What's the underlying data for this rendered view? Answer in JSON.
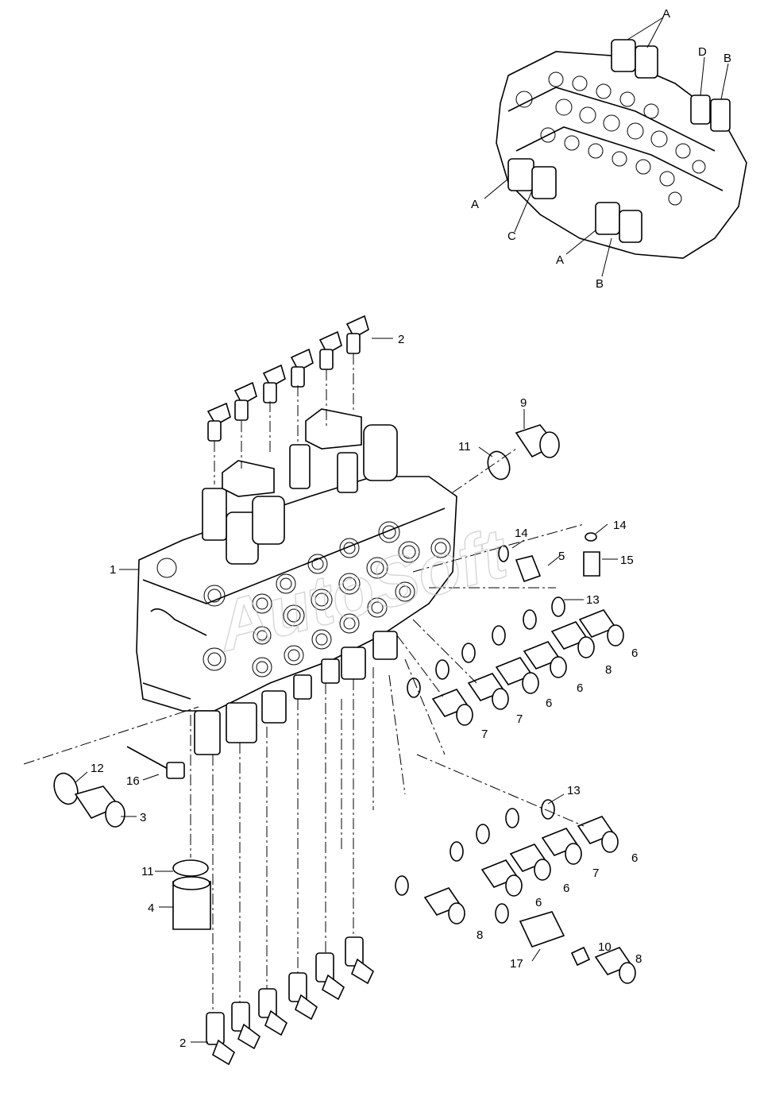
{
  "watermark": "AutoSoft",
  "detail_callouts": [
    {
      "id": "inset-a-top",
      "text": "A"
    },
    {
      "id": "inset-d",
      "text": "D"
    },
    {
      "id": "inset-b-top",
      "text": "B"
    },
    {
      "id": "inset-a-left",
      "text": "A"
    },
    {
      "id": "inset-c",
      "text": "C"
    },
    {
      "id": "inset-a-bottom",
      "text": "A"
    },
    {
      "id": "inset-b-bottom",
      "text": "B"
    }
  ],
  "part_callouts": [
    {
      "id": "p1",
      "text": "1"
    },
    {
      "id": "p2-top",
      "text": "2"
    },
    {
      "id": "p2-bottom",
      "text": "2"
    },
    {
      "id": "p3",
      "text": "3"
    },
    {
      "id": "p4",
      "text": "4"
    },
    {
      "id": "p5",
      "text": "5"
    },
    {
      "id": "p6-a",
      "text": "6"
    },
    {
      "id": "p6-b",
      "text": "6"
    },
    {
      "id": "p6-c",
      "text": "6"
    },
    {
      "id": "p6-d",
      "text": "6"
    },
    {
      "id": "p6-e",
      "text": "6"
    },
    {
      "id": "p6-f",
      "text": "6"
    },
    {
      "id": "p7-a",
      "text": "7"
    },
    {
      "id": "p7-b",
      "text": "7"
    },
    {
      "id": "p7-c",
      "text": "7"
    },
    {
      "id": "p8-a",
      "text": "8"
    },
    {
      "id": "p8-b",
      "text": "8"
    },
    {
      "id": "p8-c",
      "text": "8"
    },
    {
      "id": "p9",
      "text": "9"
    },
    {
      "id": "p10",
      "text": "10"
    },
    {
      "id": "p11-top",
      "text": "11"
    },
    {
      "id": "p11-bottom",
      "text": "11"
    },
    {
      "id": "p12",
      "text": "12"
    },
    {
      "id": "p13-top",
      "text": "13"
    },
    {
      "id": "p13-bottom",
      "text": "13"
    },
    {
      "id": "p14-a",
      "text": "14"
    },
    {
      "id": "p14-b",
      "text": "14"
    },
    {
      "id": "p15",
      "text": "15"
    },
    {
      "id": "p16",
      "text": "16"
    },
    {
      "id": "p17",
      "text": "17"
    }
  ]
}
